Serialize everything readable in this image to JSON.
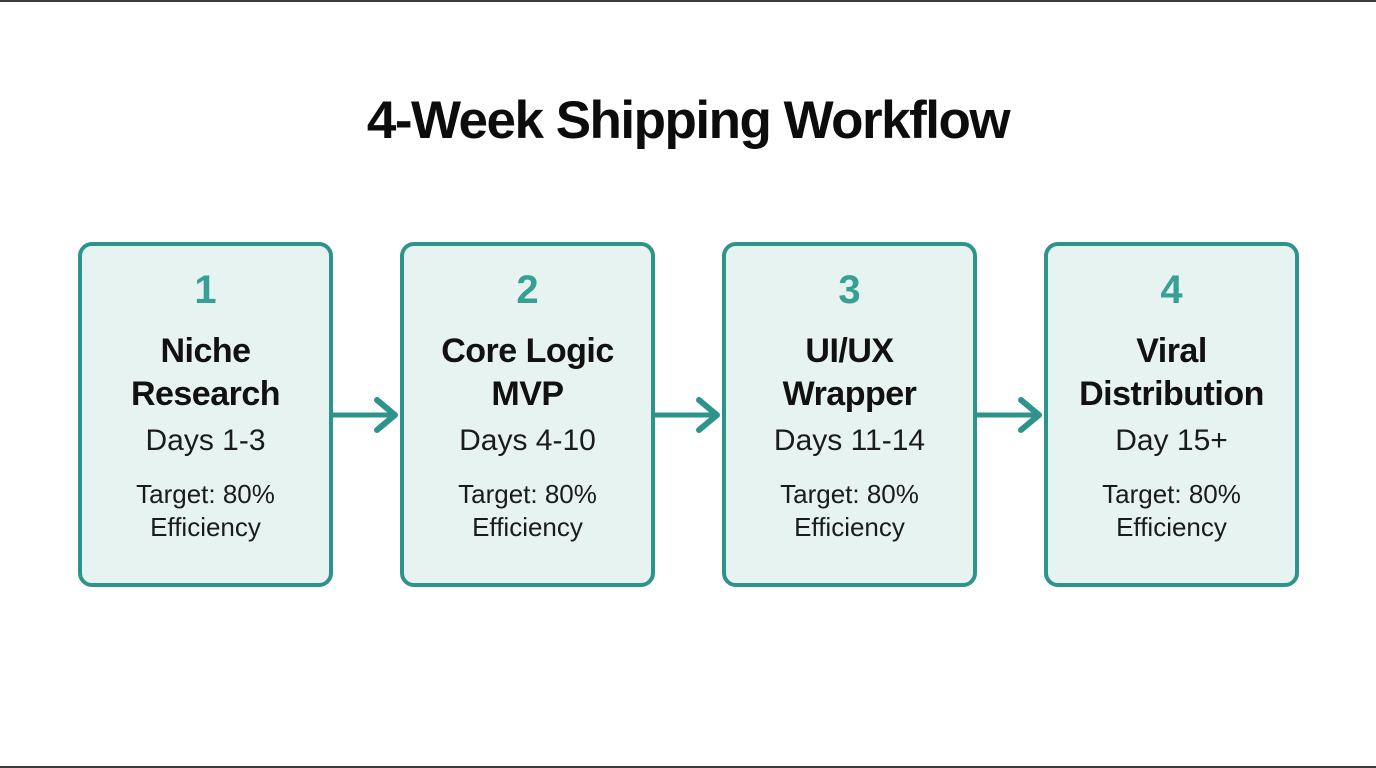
{
  "page": {
    "title": "4-Week Shipping Workflow"
  },
  "colors": {
    "teal_border": "#2e948b",
    "teal_number": "#37a095",
    "teal_arrow": "#2e948b",
    "box_fill": "#e7f3f0",
    "title_text": "#0c0c0c",
    "body_text": "#1b1b1b",
    "background": "#ffffff"
  },
  "workflow": {
    "steps": [
      {
        "number": "1",
        "title": "Niche Research",
        "days": "Days 1-3",
        "target": "Target: 80% Efficiency"
      },
      {
        "number": "2",
        "title": "Core Logic MVP",
        "days": "Days 4-10",
        "target": "Target: 80% Efficiency"
      },
      {
        "number": "3",
        "title": "UI/UX Wrapper",
        "days": "Days 11-14",
        "target": "Target: 80% Efficiency"
      },
      {
        "number": "4",
        "title": "Viral Distribution",
        "days": "Day 15+",
        "target": "Target: 80% Efficiency"
      }
    ]
  }
}
